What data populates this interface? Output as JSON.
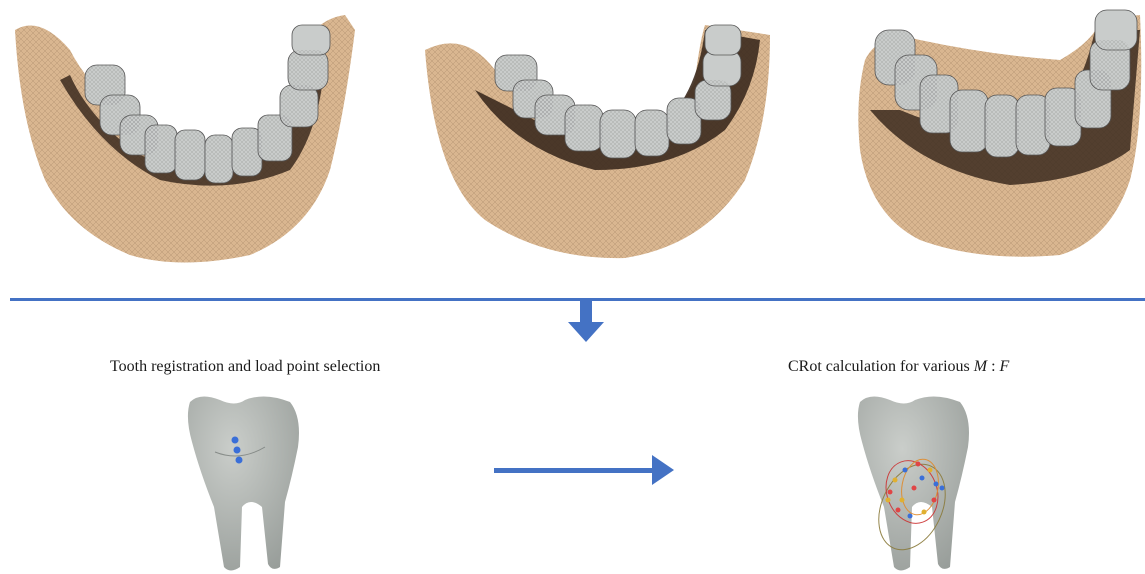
{
  "captions": {
    "left": "Tooth registration and load point selection",
    "right_prefix": "CRot calculation for various ",
    "right_var_m": "M",
    "right_sep": " : ",
    "right_var_f": "F"
  },
  "colors": {
    "arrow": "#4472c4",
    "bone": "#d9b690",
    "bone_dark": "#3b2a1e",
    "tooth": "#c9cccb",
    "tooth_translucent": "#9aa09c",
    "load_point": "#3a6fd8"
  }
}
